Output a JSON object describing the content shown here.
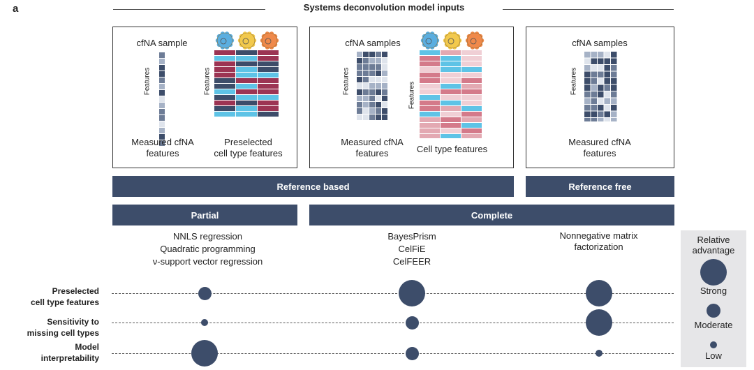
{
  "panel_letter": "a",
  "title": "Systems deconvolution model inputs",
  "panels": {
    "p1": {
      "sample_title": "cfNA sample",
      "features_label": "Features",
      "features_label_2": "Features",
      "caption_left": [
        "Measured cfNA",
        "features"
      ],
      "caption_right": [
        "Preselected",
        "cell type features"
      ]
    },
    "p2": {
      "sample_title": "cfNA samples",
      "features_label": "Features",
      "features_label_2": "Features",
      "caption_left": [
        "Measured cfNA",
        "features"
      ],
      "caption_right": [
        "Cell type features"
      ]
    },
    "p3": {
      "sample_title": "cfNA samples",
      "features_label": "Features",
      "caption_left": [
        "Measured cfNA",
        "features"
      ]
    }
  },
  "bars": {
    "reference_based": "Reference based",
    "reference_free": "Reference free",
    "partial": "Partial",
    "complete": "Complete"
  },
  "methods": {
    "partial": [
      "NNLS regression",
      "Quadratic programming",
      "ν-support vector regression"
    ],
    "complete": [
      "BayesPrism",
      "CelFiE",
      "CelFEER"
    ],
    "free": [
      "Nonnegative matrix",
      "factorization"
    ]
  },
  "rows": [
    {
      "label": [
        "Preselected",
        "cell type features"
      ],
      "levels": [
        "moderate",
        "strong",
        "strong"
      ]
    },
    {
      "label": [
        "Sensitivity to",
        "missing cell types"
      ],
      "levels": [
        "low",
        "moderate",
        "strong"
      ]
    },
    {
      "label": [
        "Model",
        "interpretability"
      ],
      "levels": [
        "strong",
        "moderate",
        "low"
      ]
    }
  ],
  "legend": {
    "title": [
      "Relative",
      "advantage"
    ],
    "strong": "Strong",
    "moderate": "Moderate",
    "low": "Low"
  },
  "colors": {
    "navy": "#3d4d6a",
    "blue": "#5ec3e6",
    "crimson": "#9c3453",
    "pink": "#e3a9b2",
    "light": "#cdd5e1"
  },
  "cell_icons": [
    "blue-cell-icon",
    "yellow-cell-icon",
    "orange-cell-icon"
  ]
}
